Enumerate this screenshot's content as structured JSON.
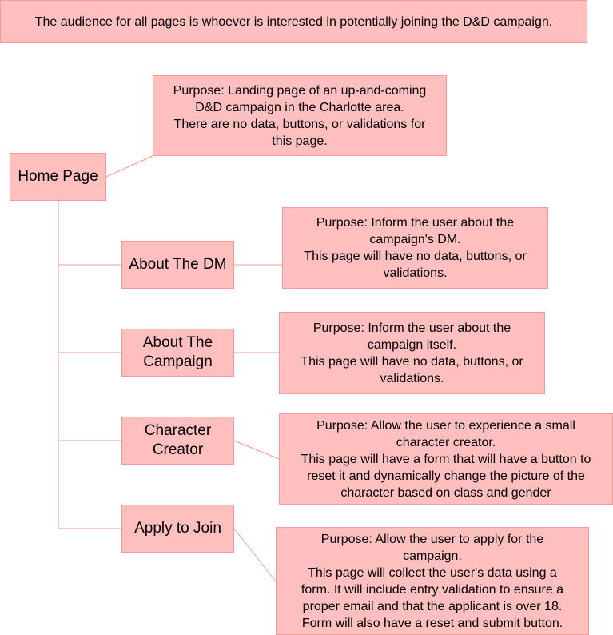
{
  "audience_note": "The audience for all pages is whoever is interested in potentially joining the D&D campaign.",
  "colors": {
    "box_fill": "#ffbfbf",
    "box_border": "#f29a9a",
    "connector": "#f29a9a"
  },
  "root": {
    "label": "Home Page",
    "note": "Purpose: Landing page of an up-and-coming\nD&D campaign in the Charlotte area.\nThere are no data, buttons, or validations for\nthis page."
  },
  "children": [
    {
      "label": "About The DM",
      "note": "Purpose: Inform the user about the\ncampaign's DM.\nThis page will have no data, buttons, or\nvalidations."
    },
    {
      "label": "About The\nCampaign",
      "note": "Purpose: Inform the user about the\ncampaign itself.\nThis page will have no data, buttons, or\nvalidations."
    },
    {
      "label": "Character\nCreator",
      "note": "Purpose: Allow the user to experience a small\ncharacter creator.\nThis page will have a form that will have a button to\nreset it and dynamically change the picture of the\ncharacter based on class and gender"
    },
    {
      "label": "Apply to Join",
      "note": "Purpose: Allow the user to apply for the\ncampaign.\nThis page will collect the user's data using a\nform. It will include entry validation to ensure a\nproper email and that the applicant is over 18.\nForm will also have a reset and submit button."
    }
  ]
}
